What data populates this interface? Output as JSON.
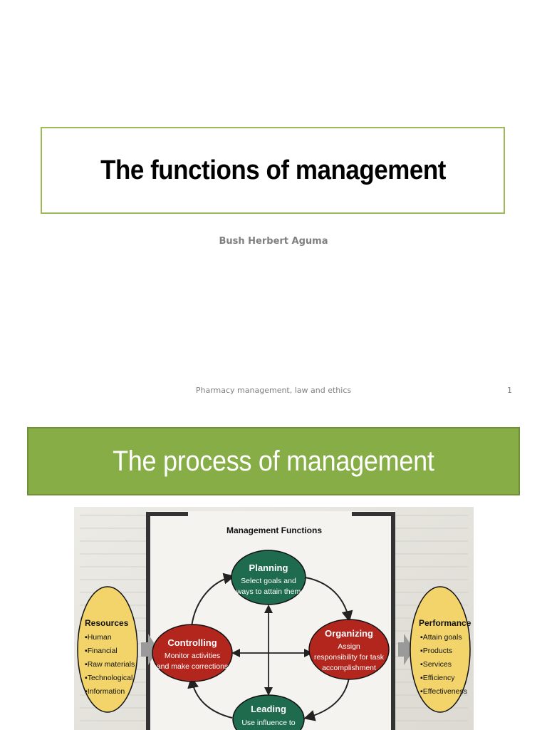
{
  "slide1": {
    "title": "The functions of management",
    "author": "Bush Herbert Aguma",
    "footer": "Pharmacy management, law and ethics",
    "page_number": "1"
  },
  "slide2": {
    "title": "The process of management",
    "diagram": {
      "heading": "Management Functions",
      "resources": {
        "title": "Resources",
        "items": [
          "▪Human",
          "▪Financial",
          "▪Raw materials",
          "▪Technological",
          "▪Information"
        ]
      },
      "performance": {
        "title": "Performance",
        "items": [
          "▪Attain goals",
          "▪Products",
          "▪Services",
          "▪Efficiency",
          "▪Effectiveness"
        ]
      },
      "planning": {
        "title": "Planning",
        "lines": [
          "Select goals and",
          "ways to attain them"
        ]
      },
      "organizing": {
        "title": "Organizing",
        "lines": [
          "Assign",
          "responsibility for task",
          "accomplishment"
        ]
      },
      "controlling": {
        "title": "Controlling",
        "lines": [
          "Monitor activities",
          "and make corrections"
        ]
      },
      "leading": {
        "title": "Leading",
        "lines": [
          "Use influence to"
        ]
      },
      "colors": {
        "green": "#1f6b4e",
        "red": "#b3261e",
        "yellow": "#f2d46b",
        "banner": "#86ad46"
      }
    }
  }
}
